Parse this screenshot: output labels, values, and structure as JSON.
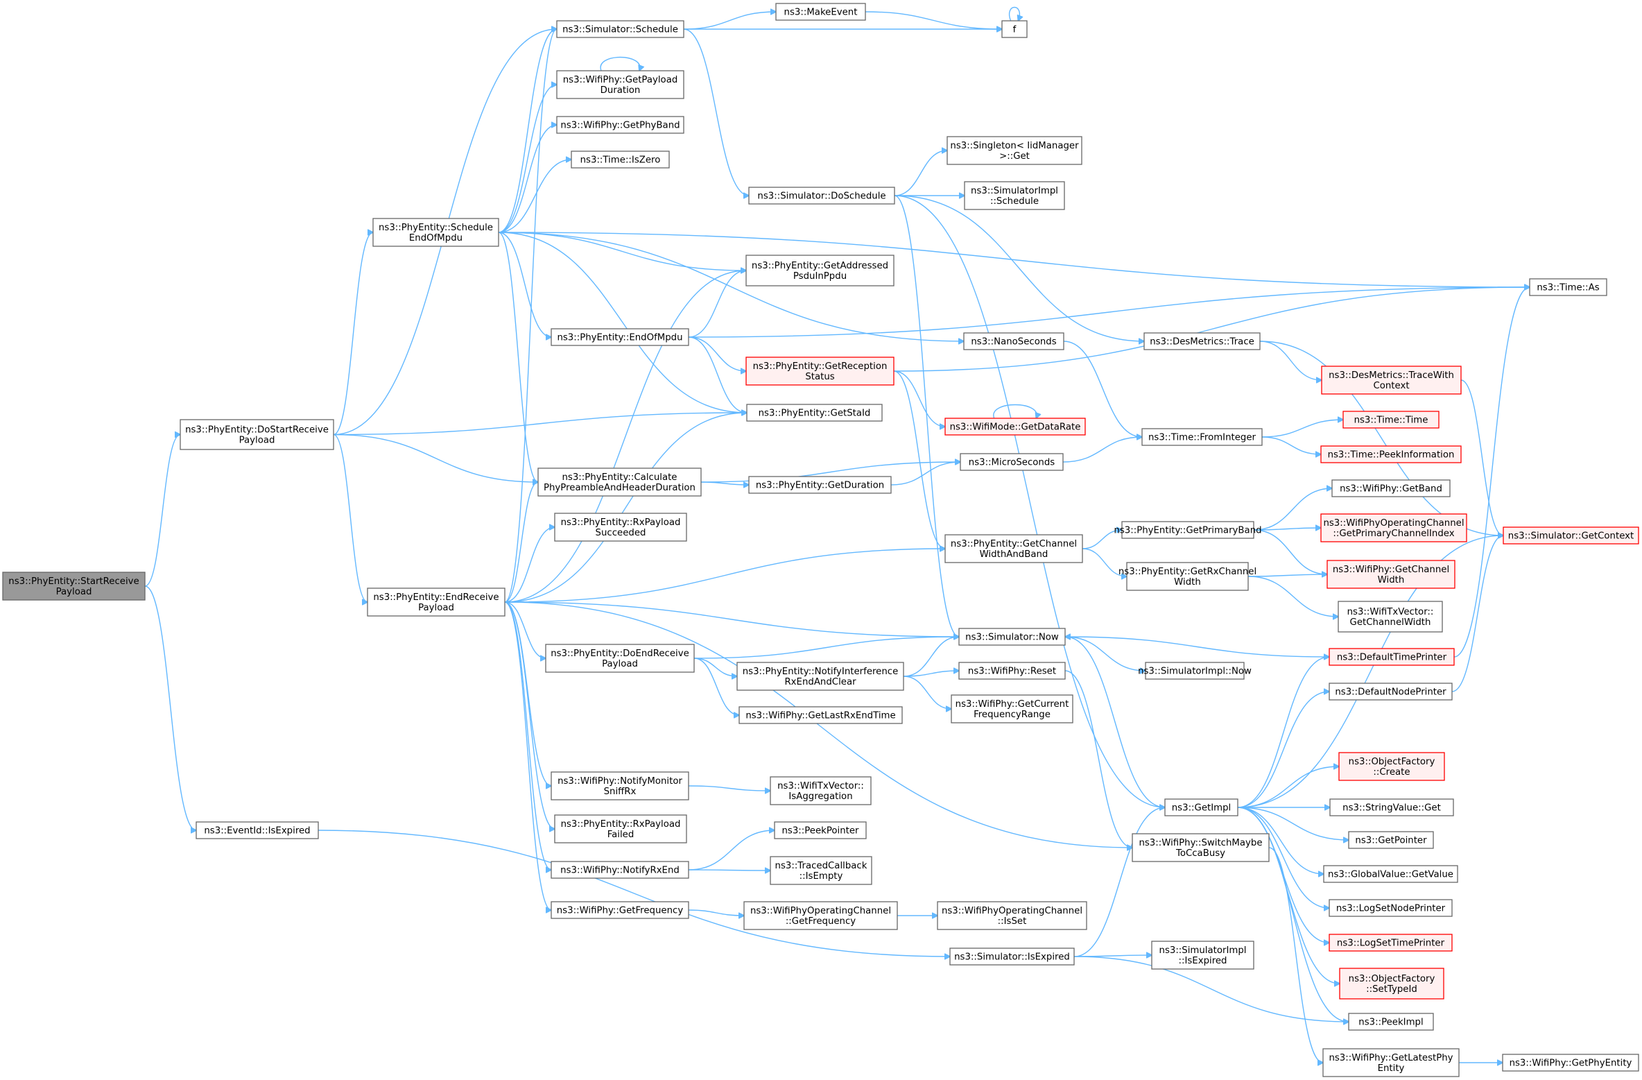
{
  "diagram": {
    "root": "ns3::PhyEntity::StartReceivePayload",
    "colors": {
      "edge": "#63b8ff",
      "root_fill": "#999999",
      "node_border": "#666666",
      "missing_border": "#ff0000",
      "missing_fill": "#fff0f0"
    },
    "nodes": [
      {
        "id": "startRx",
        "lines": [
          "ns3::PhyEntity::StartReceive",
          "Payload"
        ],
        "style": "root"
      },
      {
        "id": "doStartRx",
        "lines": [
          "ns3::PhyEntity::DoStartReceive",
          "Payload"
        ]
      },
      {
        "id": "eventIsExpired",
        "lines": [
          "ns3::EventId::IsExpired"
        ]
      },
      {
        "id": "simSchedule",
        "lines": [
          "ns3::Simulator::Schedule"
        ]
      },
      {
        "id": "getPayloadDur",
        "lines": [
          "ns3::WifiPhy::GetPayload",
          "Duration"
        ]
      },
      {
        "id": "getPhyBand",
        "lines": [
          "ns3::WifiPhy::GetPhyBand"
        ]
      },
      {
        "id": "timeIsZero",
        "lines": [
          "ns3::Time::IsZero"
        ]
      },
      {
        "id": "schedEndMpdu",
        "lines": [
          "ns3::PhyEntity::Schedule",
          "EndOfMpdu"
        ]
      },
      {
        "id": "endOfMpdu",
        "lines": [
          "ns3::PhyEntity::EndOfMpdu"
        ]
      },
      {
        "id": "getStaId",
        "lines": [
          "ns3::PhyEntity::GetStaId"
        ]
      },
      {
        "id": "calcPreamble",
        "lines": [
          "ns3::PhyEntity::Calculate",
          "PhyPreambleAndHeaderDuration"
        ]
      },
      {
        "id": "rxPayloadSucceeded",
        "lines": [
          "ns3::PhyEntity::RxPayload",
          "Succeeded"
        ]
      },
      {
        "id": "endRxPayload",
        "lines": [
          "ns3::PhyEntity::EndReceive",
          "Payload"
        ]
      },
      {
        "id": "doEndRx",
        "lines": [
          "ns3::PhyEntity::DoEndReceive",
          "Payload"
        ]
      },
      {
        "id": "notifyMonitor",
        "lines": [
          "ns3::WifiPhy::NotifyMonitor",
          "SniffRx"
        ]
      },
      {
        "id": "rxPayloadFailed",
        "lines": [
          "ns3::PhyEntity::RxPayload",
          "Failed"
        ]
      },
      {
        "id": "notifyRxEnd",
        "lines": [
          "ns3::WifiPhy::NotifyRxEnd"
        ]
      },
      {
        "id": "getFrequency",
        "lines": [
          "ns3::WifiPhy::GetFrequency"
        ]
      },
      {
        "id": "makeEvent",
        "lines": [
          "ns3::MakeEvent"
        ]
      },
      {
        "id": "f",
        "lines": [
          "f"
        ]
      },
      {
        "id": "simDoSchedule",
        "lines": [
          "ns3::Simulator::DoSchedule"
        ]
      },
      {
        "id": "getAddressed",
        "lines": [
          "ns3::PhyEntity::GetAddressed",
          "PsduInPpdu"
        ]
      },
      {
        "id": "getRxStatus",
        "lines": [
          "ns3::PhyEntity::GetReception",
          "Status"
        ],
        "style": "red"
      },
      {
        "id": "getDuration",
        "lines": [
          "ns3::PhyEntity::GetDuration"
        ]
      },
      {
        "id": "notifyInterf",
        "lines": [
          "ns3::PhyEntity::NotifyInterference",
          "RxEndAndClear"
        ]
      },
      {
        "id": "getLastRxEnd",
        "lines": [
          "ns3::WifiPhy::GetLastRxEndTime"
        ]
      },
      {
        "id": "isAggregation",
        "lines": [
          "ns3::WifiTxVector::",
          "IsAggregation"
        ]
      },
      {
        "id": "peekPointer",
        "lines": [
          "ns3::PeekPointer"
        ]
      },
      {
        "id": "tracedIsEmpty",
        "lines": [
          "ns3::TracedCallback",
          "::IsEmpty"
        ]
      },
      {
        "id": "opChGetFreq",
        "lines": [
          "ns3::WifiPhyOperatingChannel",
          "::GetFrequency"
        ]
      },
      {
        "id": "singletonGet",
        "lines": [
          "ns3::Singleton< IidManager",
          ">::Get"
        ]
      },
      {
        "id": "simImplSchedule",
        "lines": [
          "ns3::SimulatorImpl",
          "::Schedule"
        ]
      },
      {
        "id": "nanoSeconds",
        "lines": [
          "ns3::NanoSeconds"
        ]
      },
      {
        "id": "getDataRate",
        "lines": [
          "ns3::WifiMode::GetDataRate"
        ],
        "style": "red"
      },
      {
        "id": "microSeconds",
        "lines": [
          "ns3::MicroSeconds"
        ]
      },
      {
        "id": "getChWidthBand",
        "lines": [
          "ns3::PhyEntity::GetChannel",
          "WidthAndBand"
        ]
      },
      {
        "id": "simNow",
        "lines": [
          "ns3::Simulator::Now"
        ]
      },
      {
        "id": "wifiReset",
        "lines": [
          "ns3::WifiPhy::Reset"
        ]
      },
      {
        "id": "getCurFreqRange",
        "lines": [
          "ns3::WifiPhy::GetCurrent",
          "FrequencyRange"
        ]
      },
      {
        "id": "opChIsSet",
        "lines": [
          "ns3::WifiPhyOperatingChannel",
          "::IsSet"
        ]
      },
      {
        "id": "simIsExpired",
        "lines": [
          "ns3::Simulator::IsExpired"
        ]
      },
      {
        "id": "desTrace",
        "lines": [
          "ns3::DesMetrics::Trace"
        ]
      },
      {
        "id": "fromInteger",
        "lines": [
          "ns3::Time::FromInteger"
        ]
      },
      {
        "id": "getPrimaryBand",
        "lines": [
          "ns3::PhyEntity::GetPrimaryBand"
        ]
      },
      {
        "id": "getRxChWidth",
        "lines": [
          "ns3::PhyEntity::GetRxChannel",
          "Width"
        ]
      },
      {
        "id": "simImplNow",
        "lines": [
          "ns3::SimulatorImpl::Now"
        ]
      },
      {
        "id": "getImpl",
        "lines": [
          "ns3::GetImpl"
        ]
      },
      {
        "id": "switchCca",
        "lines": [
          "ns3::WifiPhy::SwitchMaybe",
          "ToCcaBusy"
        ]
      },
      {
        "id": "simImplIsExpired",
        "lines": [
          "ns3::SimulatorImpl",
          "::IsExpired"
        ]
      },
      {
        "id": "timeAs",
        "lines": [
          "ns3::Time::As"
        ]
      },
      {
        "id": "traceWithCtx",
        "lines": [
          "ns3::DesMetrics::TraceWith",
          "Context"
        ],
        "style": "red"
      },
      {
        "id": "timeTime",
        "lines": [
          "ns3::Time::Time"
        ],
        "style": "red"
      },
      {
        "id": "peekInfo",
        "lines": [
          "ns3::Time::PeekInformation"
        ],
        "style": "red"
      },
      {
        "id": "getBand",
        "lines": [
          "ns3::WifiPhy::GetBand"
        ]
      },
      {
        "id": "getPrimaryChIdx",
        "lines": [
          "ns3::WifiPhyOperatingChannel",
          "::GetPrimaryChannelIndex"
        ],
        "style": "red"
      },
      {
        "id": "getChWidth",
        "lines": [
          "ns3::WifiPhy::GetChannel",
          "Width"
        ],
        "style": "red"
      },
      {
        "id": "txVecGetChWidth",
        "lines": [
          "ns3::WifiTxVector::",
          "GetChannelWidth"
        ]
      },
      {
        "id": "defTimePrinter",
        "lines": [
          "ns3::DefaultTimePrinter"
        ],
        "style": "red"
      },
      {
        "id": "defNodePrinter",
        "lines": [
          "ns3::DefaultNodePrinter"
        ]
      },
      {
        "id": "objFactCreate",
        "lines": [
          "ns3::ObjectFactory",
          "::Create"
        ],
        "style": "red"
      },
      {
        "id": "stringValueGet",
        "lines": [
          "ns3::StringValue::Get"
        ]
      },
      {
        "id": "getPointer",
        "lines": [
          "ns3::GetPointer"
        ]
      },
      {
        "id": "globalValueGet",
        "lines": [
          "ns3::GlobalValue::GetValue"
        ]
      },
      {
        "id": "logSetNode",
        "lines": [
          "ns3::LogSetNodePrinter"
        ]
      },
      {
        "id": "logSetTime",
        "lines": [
          "ns3::LogSetTimePrinter"
        ],
        "style": "red"
      },
      {
        "id": "objFactSetTypeId",
        "lines": [
          "ns3::ObjectFactory",
          "::SetTypeId"
        ],
        "style": "red"
      },
      {
        "id": "peekImpl",
        "lines": [
          "ns3::PeekImpl"
        ]
      },
      {
        "id": "getLatestPhyEntity",
        "lines": [
          "ns3::WifiPhy::GetLatestPhy",
          "Entity"
        ]
      },
      {
        "id": "getPhyEntity",
        "lines": [
          "ns3::WifiPhy::GetPhyEntity"
        ]
      },
      {
        "id": "simGetContext",
        "lines": [
          "ns3::Simulator::GetContext"
        ],
        "style": "red"
      }
    ],
    "edges": [
      [
        "startRx",
        "doStartRx"
      ],
      [
        "startRx",
        "eventIsExpired"
      ],
      [
        "doStartRx",
        "simSchedule"
      ],
      [
        "doStartRx",
        "schedEndMpdu"
      ],
      [
        "doStartRx",
        "getStaId"
      ],
      [
        "doStartRx",
        "calcPreamble"
      ],
      [
        "doStartRx",
        "endRxPayload"
      ],
      [
        "eventIsExpired",
        "simIsExpired"
      ],
      [
        "simSchedule",
        "makeEvent"
      ],
      [
        "simSchedule",
        "f"
      ],
      [
        "simSchedule",
        "simDoSchedule"
      ],
      [
        "makeEvent",
        "f"
      ],
      [
        "f",
        "f"
      ],
      [
        "getPayloadDur",
        "getPayloadDur"
      ],
      [
        "schedEndMpdu",
        "simSchedule"
      ],
      [
        "schedEndMpdu",
        "getPayloadDur"
      ],
      [
        "schedEndMpdu",
        "getPhyBand"
      ],
      [
        "schedEndMpdu",
        "timeIsZero"
      ],
      [
        "schedEndMpdu",
        "timeAs"
      ],
      [
        "schedEndMpdu",
        "getAddressed"
      ],
      [
        "schedEndMpdu",
        "endOfMpdu"
      ],
      [
        "schedEndMpdu",
        "getStaId"
      ],
      [
        "schedEndMpdu",
        "calcPreamble"
      ],
      [
        "schedEndMpdu",
        "nanoSeconds"
      ],
      [
        "endOfMpdu",
        "getAddressed"
      ],
      [
        "endOfMpdu",
        "getRxStatus"
      ],
      [
        "endOfMpdu",
        "getStaId"
      ],
      [
        "endOfMpdu",
        "timeAs"
      ],
      [
        "getRxStatus",
        "getDataRate"
      ],
      [
        "getRxStatus",
        "getChWidthBand"
      ],
      [
        "getRxStatus",
        "timeAs"
      ],
      [
        "getDataRate",
        "getDataRate"
      ],
      [
        "calcPreamble",
        "getDuration"
      ],
      [
        "calcPreamble",
        "microSeconds"
      ],
      [
        "getDuration",
        "microSeconds"
      ],
      [
        "endRxPayload",
        "simSchedule"
      ],
      [
        "endRxPayload",
        "getAddressed"
      ],
      [
        "endRxPayload",
        "getStaId"
      ],
      [
        "endRxPayload",
        "calcPreamble"
      ],
      [
        "endRxPayload",
        "rxPayloadSucceeded"
      ],
      [
        "endRxPayload",
        "getChWidthBand"
      ],
      [
        "endRxPayload",
        "simNow"
      ],
      [
        "endRxPayload",
        "doEndRx"
      ],
      [
        "endRxPayload",
        "switchCca"
      ],
      [
        "endRxPayload",
        "notifyMonitor"
      ],
      [
        "endRxPayload",
        "rxPayloadFailed"
      ],
      [
        "endRxPayload",
        "notifyRxEnd"
      ],
      [
        "endRxPayload",
        "getFrequency"
      ],
      [
        "doEndRx",
        "simNow"
      ],
      [
        "doEndRx",
        "notifyInterf"
      ],
      [
        "doEndRx",
        "getLastRxEnd"
      ],
      [
        "notifyInterf",
        "simNow"
      ],
      [
        "notifyInterf",
        "wifiReset"
      ],
      [
        "notifyInterf",
        "getCurFreqRange"
      ],
      [
        "wifiReset",
        "switchCca"
      ],
      [
        "notifyMonitor",
        "isAggregation"
      ],
      [
        "notifyRxEnd",
        "peekPointer"
      ],
      [
        "notifyRxEnd",
        "tracedIsEmpty"
      ],
      [
        "getFrequency",
        "opChGetFreq"
      ],
      [
        "opChGetFreq",
        "opChIsSet"
      ],
      [
        "simDoSchedule",
        "singletonGet"
      ],
      [
        "simDoSchedule",
        "simImplSchedule"
      ],
      [
        "simDoSchedule",
        "desTrace"
      ],
      [
        "simDoSchedule",
        "getImpl"
      ],
      [
        "simDoSchedule",
        "simNow"
      ],
      [
        "nanoSeconds",
        "fromInteger"
      ],
      [
        "microSeconds",
        "fromInteger"
      ],
      [
        "fromInteger",
        "timeTime"
      ],
      [
        "fromInteger",
        "peekInfo"
      ],
      [
        "desTrace",
        "traceWithCtx"
      ],
      [
        "desTrace",
        "simGetContext"
      ],
      [
        "traceWithCtx",
        "simGetContext"
      ],
      [
        "getChWidthBand",
        "getPrimaryBand"
      ],
      [
        "getChWidthBand",
        "getRxChWidth"
      ],
      [
        "getPrimaryBand",
        "getBand"
      ],
      [
        "getPrimaryBand",
        "getPrimaryChIdx"
      ],
      [
        "getPrimaryBand",
        "getChWidth"
      ],
      [
        "getRxChWidth",
        "getChWidth"
      ],
      [
        "getRxChWidth",
        "txVecGetChWidth"
      ],
      [
        "simNow",
        "simImplNow"
      ],
      [
        "simNow",
        "getImpl"
      ],
      [
        "simIsExpired",
        "getImpl"
      ],
      [
        "simIsExpired",
        "simImplIsExpired"
      ],
      [
        "simIsExpired",
        "peekImpl"
      ],
      [
        "switchCca",
        "getLatestPhyEntity"
      ],
      [
        "getLatestPhyEntity",
        "getPhyEntity"
      ],
      [
        "getImpl",
        "defTimePrinter"
      ],
      [
        "getImpl",
        "defNodePrinter"
      ],
      [
        "getImpl",
        "objFactCreate"
      ],
      [
        "getImpl",
        "stringValueGet"
      ],
      [
        "getImpl",
        "getPointer"
      ],
      [
        "getImpl",
        "globalValueGet"
      ],
      [
        "getImpl",
        "logSetNode"
      ],
      [
        "getImpl",
        "logSetTime"
      ],
      [
        "getImpl",
        "objFactSetTypeId"
      ],
      [
        "getImpl",
        "peekImpl"
      ],
      [
        "getImpl",
        "simGetContext"
      ],
      [
        "defTimePrinter",
        "simNow"
      ],
      [
        "defTimePrinter",
        "timeAs"
      ],
      [
        "defNodePrinter",
        "simGetContext"
      ]
    ]
  }
}
